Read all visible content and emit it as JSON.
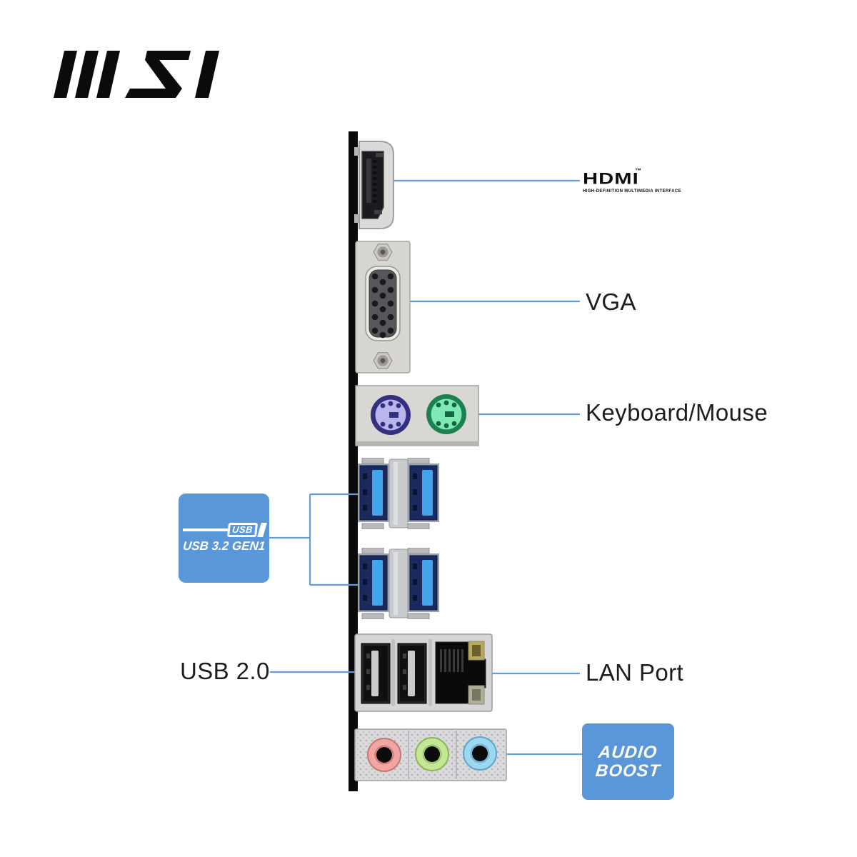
{
  "brand": {
    "logo_text": "MSI"
  },
  "colors": {
    "accent_box_blue": "#5997d9",
    "connector_line_blue": "#5f9edb",
    "connector_dot_blue": "#2f80cf",
    "usb3_port_blue": "#42a4ea",
    "ps2_keyboard_purple": "#b9b5ee",
    "ps2_mouse_green": "#7fe9b6",
    "audio_mic_pink": "#f0a6a2",
    "audio_lineout_green": "#c4e695",
    "audio_linein_blue": "#9ed8ee"
  },
  "hdmi": {
    "wordmark": "HDMI",
    "trademark": "™",
    "subtitle": "HIGH-DEFINITION MULTIMEDIA INTERFACE"
  },
  "labels": {
    "vga": "VGA",
    "keyboard_mouse": "Keyboard/Mouse",
    "usb20": "USB 2.0",
    "lan": "LAN Port"
  },
  "badges": {
    "usb32": {
      "plug_text": "USB",
      "caption": "USB 3.2 GEN1"
    },
    "audio": {
      "line1": "AUDIO",
      "line2": "BOOST"
    }
  },
  "port_icons": {
    "hdmi": "hdmi-port-icon",
    "vga": "vga-port-icon",
    "ps2_keyboard": "ps2-keyboard-port-icon",
    "ps2_mouse": "ps2-mouse-port-icon",
    "usb32": "usb3-port-icon",
    "usb20": "usb2-port-icon",
    "lan": "lan-port-icon",
    "audio": "audio-jack-icon"
  }
}
